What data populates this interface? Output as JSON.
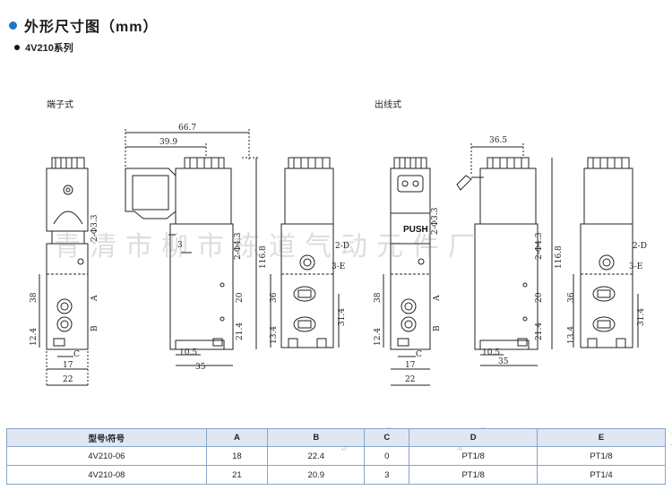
{
  "header": {
    "title": "外形尺寸图（mm）",
    "series": "4V210系列"
  },
  "views": {
    "left_label": "端子式",
    "right_label": "出线式",
    "push": "PUSH"
  },
  "dims": {
    "d667": "66.7",
    "d399": "39.9",
    "d365": "36.5",
    "d1168": "116.8",
    "d2phi33": "2-Φ3.3",
    "d2phi43": "2-Φ4.3",
    "d2D": "2-D",
    "d3E": "3-E",
    "d38": "38",
    "d124": "12.4",
    "d17": "17",
    "d22": "22",
    "d20": "20",
    "d36": "36",
    "d134": "13.4",
    "d314": "31.4",
    "d214": "21.4",
    "d105": "10.5",
    "d35": "35",
    "d3": "3",
    "A": "A",
    "B": "B",
    "C": "C"
  },
  "watermark": {
    "cn": "青清市柳市栋道气动元件厂",
    "en": "yidaoqd.1688.com"
  },
  "table": {
    "headers": [
      "型号\\符号",
      "A",
      "B",
      "C",
      "D",
      "E"
    ],
    "rows": [
      [
        "4V210-06",
        "18",
        "22.4",
        "0",
        "PT1/8",
        "PT1/8"
      ],
      [
        "4V210-08",
        "21",
        "20.9",
        "3",
        "PT1/8",
        "PT1/4"
      ]
    ]
  },
  "colors": {
    "accent": "#1f77c8",
    "table_header": "#dfe7f3",
    "table_border": "#8aa4c8"
  }
}
